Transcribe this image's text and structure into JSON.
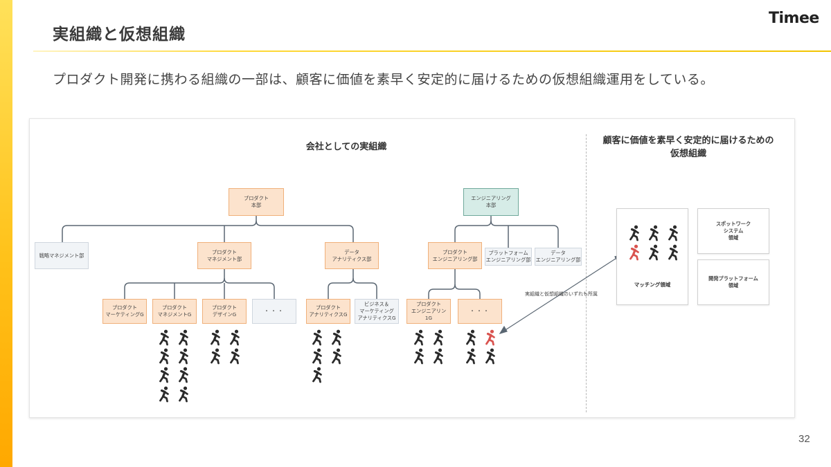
{
  "slide": {
    "title": "実組織と仮想組織",
    "logo": "Timee",
    "lead": "プロダクト開発に携わる組織の一部は、顧客に価値を素早く安定的に届けるための仮想組織運用をしている。",
    "page_number": "32"
  },
  "diagram": {
    "left_heading": "会社としての実組織",
    "right_heading_line1": "顧客に価値を素早く安定的に届けるための",
    "right_heading_line2": "仮想組織",
    "nodes": {
      "product_hq": [
        "プロダクト",
        "本部"
      ],
      "engineering_hq": [
        "エンジニアリング",
        "本部"
      ],
      "strategy_mgmt": [
        "戦略マネジメント部"
      ],
      "product_mgmt": [
        "プロダクト",
        "マネジメント部"
      ],
      "data_analytics": [
        "データ",
        "アナリティクス部"
      ],
      "product_eng": [
        "プロダクト",
        "エンジニアリング部"
      ],
      "platform_eng": [
        "プラットフォーム",
        "エンジニアリング部"
      ],
      "data_eng": [
        "データ",
        "エンジニアリング部"
      ],
      "product_marketing_g": [
        "プロダクト",
        "マーケティングG"
      ],
      "product_mgmt_g": [
        "プロダクト",
        "マネジメントG"
      ],
      "product_design_g": [
        "プロダクト",
        "デザインG"
      ],
      "ellipsis_1": [
        "・・・"
      ],
      "product_analytics_g": [
        "プロダクト",
        "アナリティクスG"
      ],
      "biz_marketing_analytics_g": [
        "ビジネス＆",
        "マーケティング",
        "アナリティクスG"
      ],
      "product_eng_1g": [
        "プロダクト",
        "エンジニアリン",
        "1G"
      ],
      "ellipsis_2": [
        "・・・"
      ]
    },
    "arrow_label": "実組織と仮想組織のいずれも所属",
    "virtual": {
      "matching_area": "マッチング領域",
      "spot_work": [
        "スポットワーク",
        "システム",
        "領域"
      ],
      "dev_platform": [
        "開発プラットフォーム",
        "領域"
      ]
    },
    "colors": {
      "orange_box": "#fce3cd",
      "teal_box": "#d6ece7",
      "gray_box": "#f1f4f7",
      "person_default": "#2b2b2b",
      "person_highlight": "#d9534f",
      "connector": "#5a6672"
    }
  }
}
